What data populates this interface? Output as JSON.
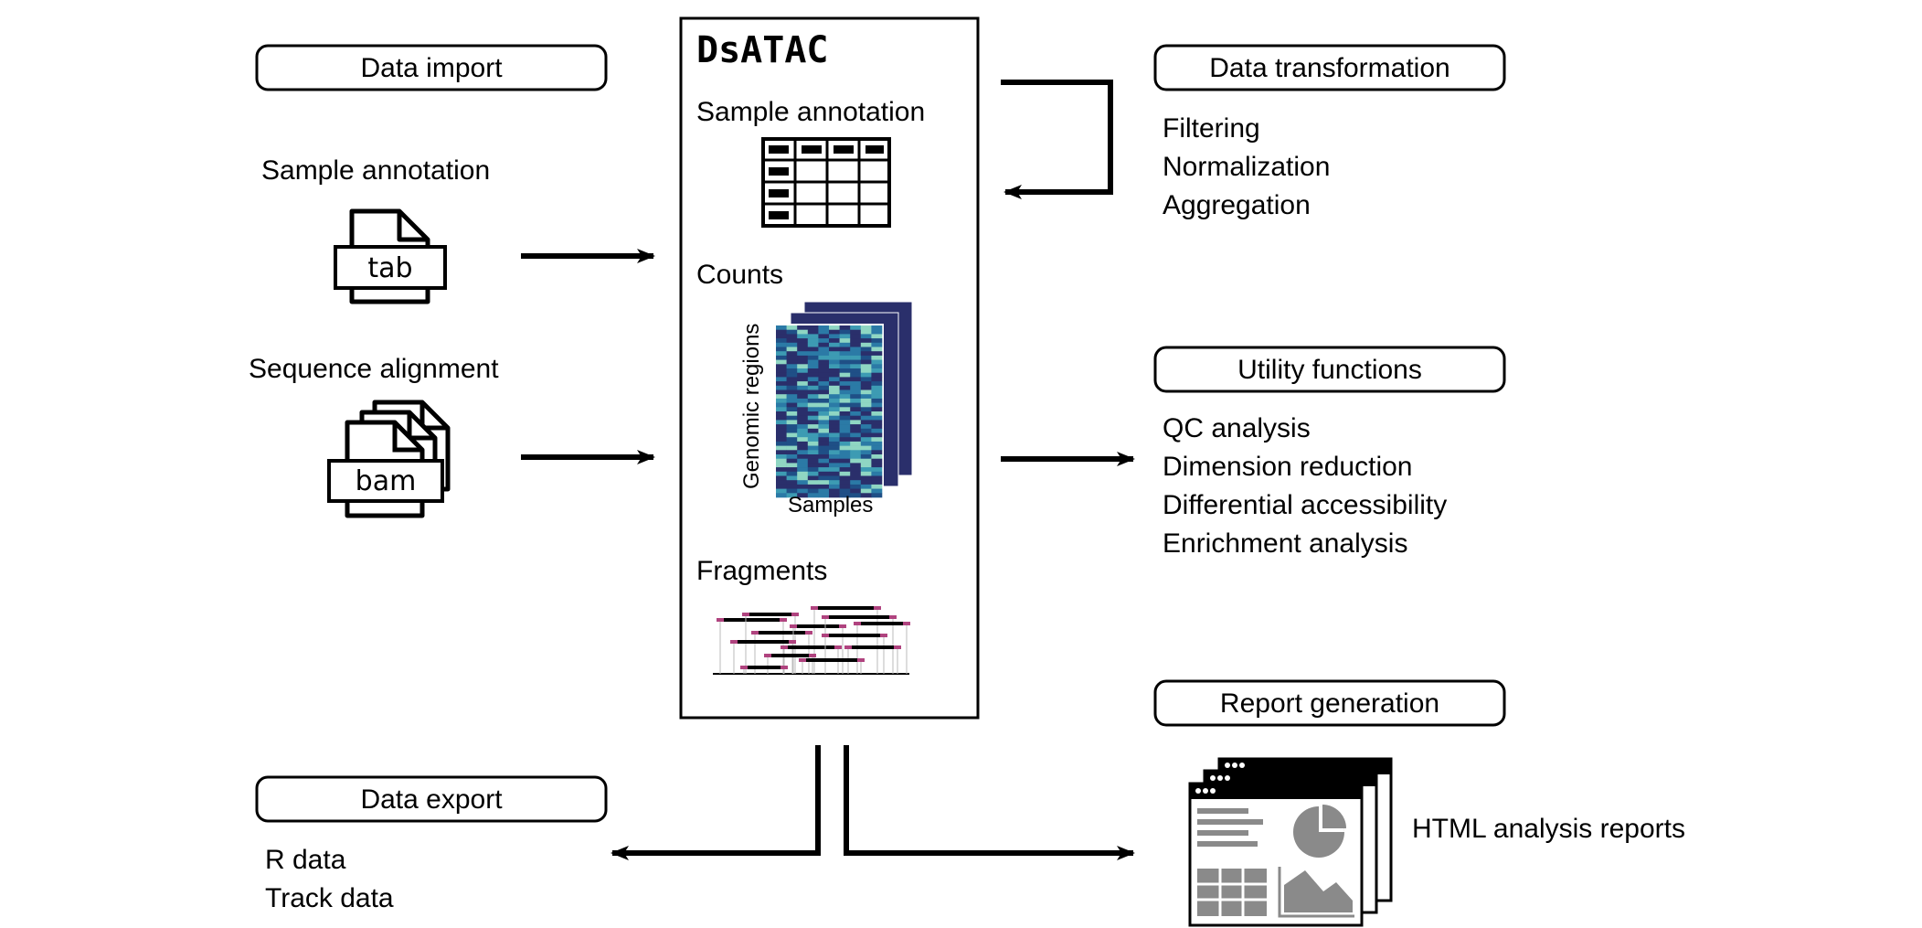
{
  "center": {
    "title": "DsATAC",
    "sample_annotation": "Sample annotation",
    "counts": "Counts",
    "counts_ylabel": "Genomic regions",
    "counts_xlabel": "Samples",
    "fragments": "Fragments"
  },
  "import": {
    "header": "Data import",
    "sample_annotation": "Sample annotation",
    "tab_label": "tab",
    "sequence_alignment": "Sequence alignment",
    "bam_label": "bam"
  },
  "export": {
    "header": "Data export",
    "items": [
      "R data",
      "Track data"
    ]
  },
  "transformation": {
    "header": "Data transformation",
    "items": [
      "Filtering",
      "Normalization",
      "Aggregation"
    ]
  },
  "utility": {
    "header": "Utility functions",
    "items": [
      "QC analysis",
      "Dimension reduction",
      "Differential accessibility",
      "Enrichment analysis"
    ]
  },
  "report": {
    "header": "Report generation",
    "caption": "HTML analysis reports"
  },
  "colors": {
    "heatmap_dark": "#2a2f6b",
    "heatmap_mid": "#2b7aa6",
    "heatmap_light": "#8fd6c3",
    "fragment_end": "#b0437f",
    "report_gray": "#8a8a8a"
  }
}
